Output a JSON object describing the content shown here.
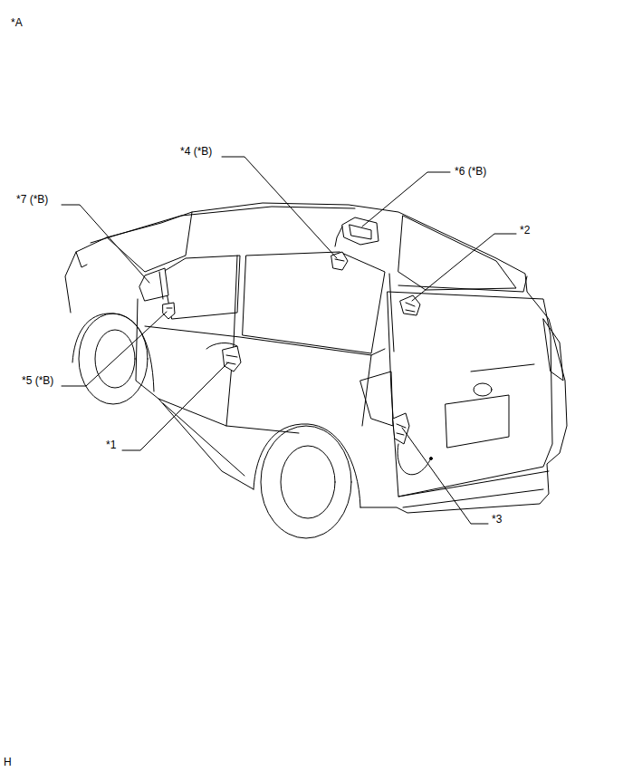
{
  "diagram": {
    "labels": [
      "*A",
      "*4 (*B)",
      "*6 (*B)",
      "*2",
      "*7 (*B)",
      "*5 (*B)",
      "*1",
      "*3",
      "H"
    ]
  }
}
